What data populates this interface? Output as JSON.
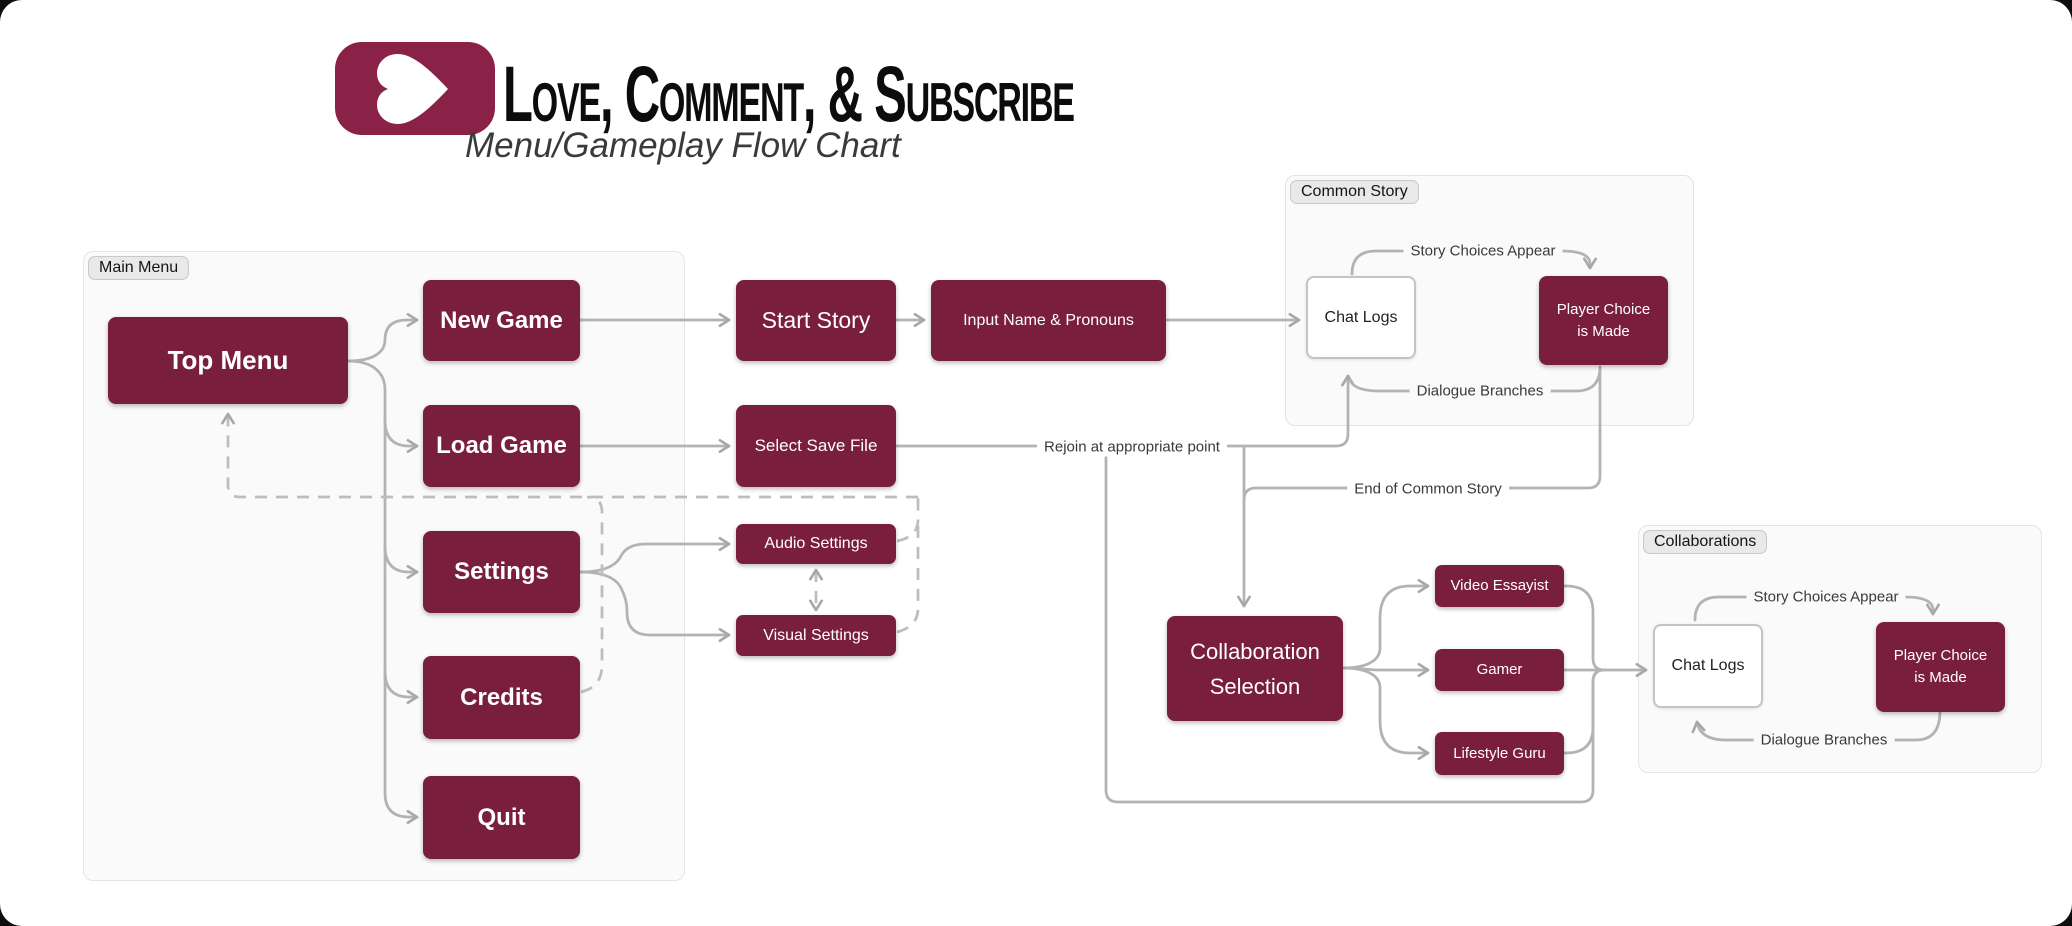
{
  "header": {
    "logo_title": "Love, Comment, & Subscribe",
    "subtitle": "Menu/Gameplay Flow Chart"
  },
  "colors": {
    "node_maroon": "#7a1e3e",
    "logo_maroon": "#8a2147",
    "edge_gray": "#b3b3b3",
    "container_bg": "#fafafa",
    "container_border": "#e4e4e4",
    "badge_bg": "#e9e9e9"
  },
  "containers": {
    "main_menu": {
      "label": "Main Menu"
    },
    "common_story": {
      "label": "Common Story"
    },
    "collaborations": {
      "label": "Collaborations"
    }
  },
  "nodes": {
    "top_menu": {
      "label": "Top Menu"
    },
    "new_game": {
      "label": "New Game"
    },
    "load_game": {
      "label": "Load Game"
    },
    "settings": {
      "label": "Settings"
    },
    "credits": {
      "label": "Credits"
    },
    "quit": {
      "label": "Quit"
    },
    "start_story": {
      "label": "Start Story"
    },
    "input_name": {
      "label": "Input Name & Pronouns"
    },
    "select_save": {
      "label": "Select Save File"
    },
    "audio_settings": {
      "label": "Audio Settings"
    },
    "visual_settings": {
      "label": "Visual Settings"
    },
    "cs_chat_logs": {
      "label": "Chat Logs"
    },
    "cs_player_choice": {
      "label": "Player Choice is Made"
    },
    "collab_selection": {
      "label": "Collaboration Selection"
    },
    "video_essayist": {
      "label": "Video Essayist"
    },
    "gamer": {
      "label": "Gamer"
    },
    "lifestyle_guru": {
      "label": "Lifestyle Guru"
    },
    "collab_chat_logs": {
      "label": "Chat Logs"
    },
    "collab_player_choice": {
      "label": "Player Choice is Made"
    }
  },
  "edge_labels": {
    "story_choices_cs": "Story Choices Appear",
    "dialogue_branches_cs": "Dialogue Branches",
    "rejoin": "Rejoin at appropriate point",
    "end_common_story": "End of Common Story",
    "story_choices_collab": "Story Choices Appear",
    "dialogue_branches_collab": "Dialogue Branches"
  }
}
